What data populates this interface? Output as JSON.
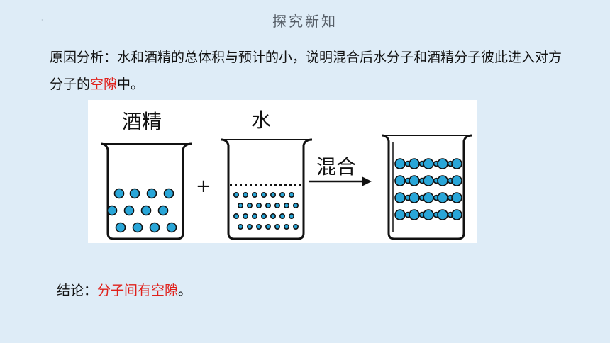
{
  "slide": {
    "title": "探究新知",
    "corner_mark": "·"
  },
  "analysis": {
    "lead": "原因分析：水和酒精的总体积与预计的小，说明混合后水分子和酒精分子彼此进入对方分子的",
    "highlight": "空隙",
    "tail": "中。"
  },
  "figure": {
    "label_alcohol": "酒精",
    "label_water": "水",
    "plus": "+",
    "label_mix": "混合"
  },
  "conclusion": {
    "lead": "结论：",
    "highlight": "分子间有空隙",
    "tail": "。"
  },
  "colors": {
    "background": "#deecf7",
    "highlight": "#e0201b",
    "molecule_blue": "#29a6d8"
  }
}
